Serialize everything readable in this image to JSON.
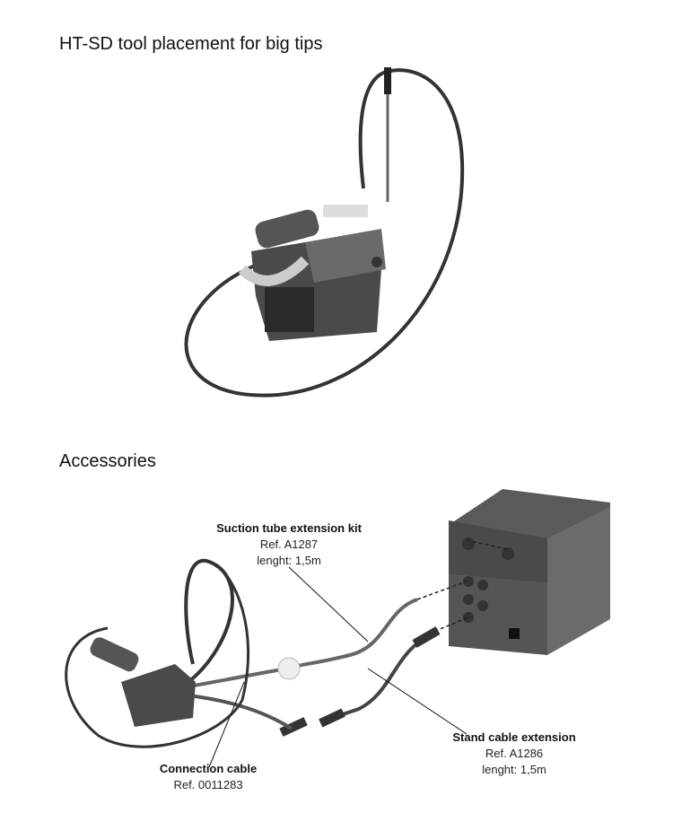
{
  "section1": {
    "title": "HT-SD tool placement for big tips"
  },
  "section2": {
    "title": "Accessories",
    "labels": {
      "suction": {
        "name": "Suction tube extension kit",
        "ref": "Ref. A1287",
        "length": "lenght: 1,5m"
      },
      "connection": {
        "name": "Connection cable",
        "ref": "Ref. 0011283"
      },
      "stand": {
        "name": "Stand cable extension",
        "ref": "Ref. A1286",
        "length": "lenght: 1,5m"
      }
    }
  }
}
